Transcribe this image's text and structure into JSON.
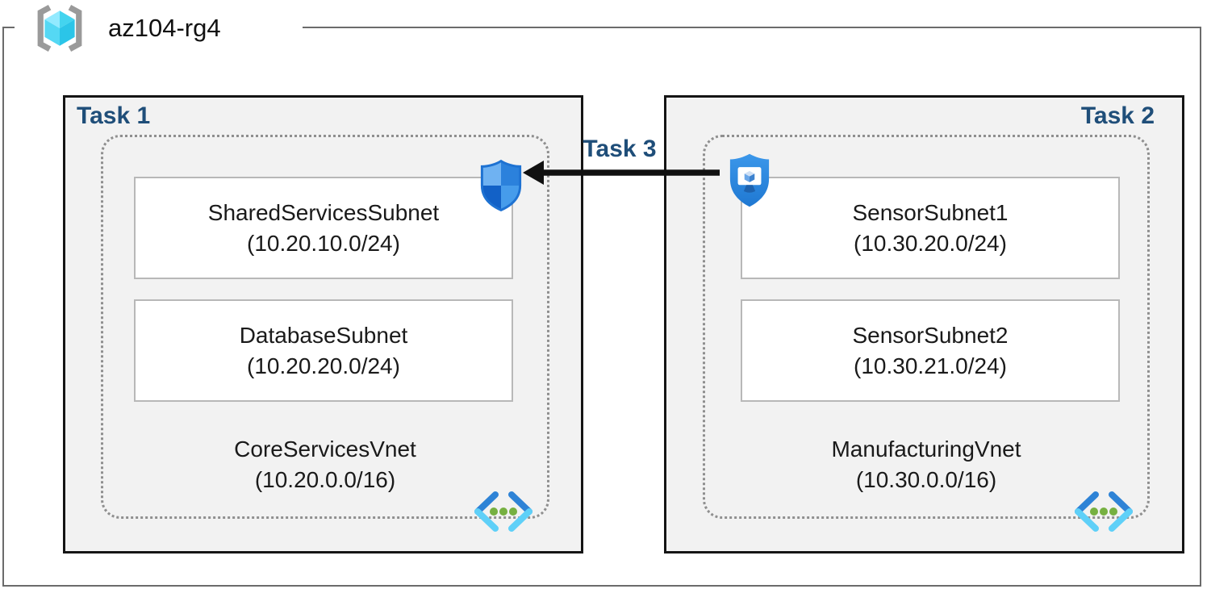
{
  "resource_group": {
    "name": "az104-rg4"
  },
  "labels": {
    "task1": "Task 1",
    "task2": "Task 2",
    "task3": "Task 3"
  },
  "vnets": [
    {
      "name": "CoreServicesVnet",
      "cidr": "(10.20.0.0/16)",
      "subnets": [
        {
          "name": "SharedServicesSubnet",
          "cidr": "(10.20.10.0/24)"
        },
        {
          "name": "DatabaseSubnet",
          "cidr": "(10.20.20.0/24)"
        }
      ]
    },
    {
      "name": "ManufacturingVnet",
      "cidr": "(10.30.0.0/16)",
      "subnets": [
        {
          "name": "SensorSubnet1",
          "cidr": "(10.30.20.0/24)"
        },
        {
          "name": "SensorSubnet2",
          "cidr": "(10.30.21.0/24)"
        }
      ]
    }
  ],
  "icons": {
    "resource_group": "azure-resource-group-icon",
    "nsg": "network-security-group-shield-icon",
    "bastion": "bastion-shield-monitor-icon",
    "vnet": "virtual-network-chevron-icon"
  },
  "colors": {
    "task_label": "#1f4e79",
    "task_box_bg": "#f2f2f2",
    "task_box_border": "#151515",
    "frame_border": "#6b6b6b",
    "dotted_border": "#8f8f8f",
    "subnet_border": "#b8b8b8",
    "arrow": "#111111",
    "vnet_cyan": "#53d9f4",
    "vnet_green": "#76b041",
    "azure_blue": "#2b84dd"
  }
}
